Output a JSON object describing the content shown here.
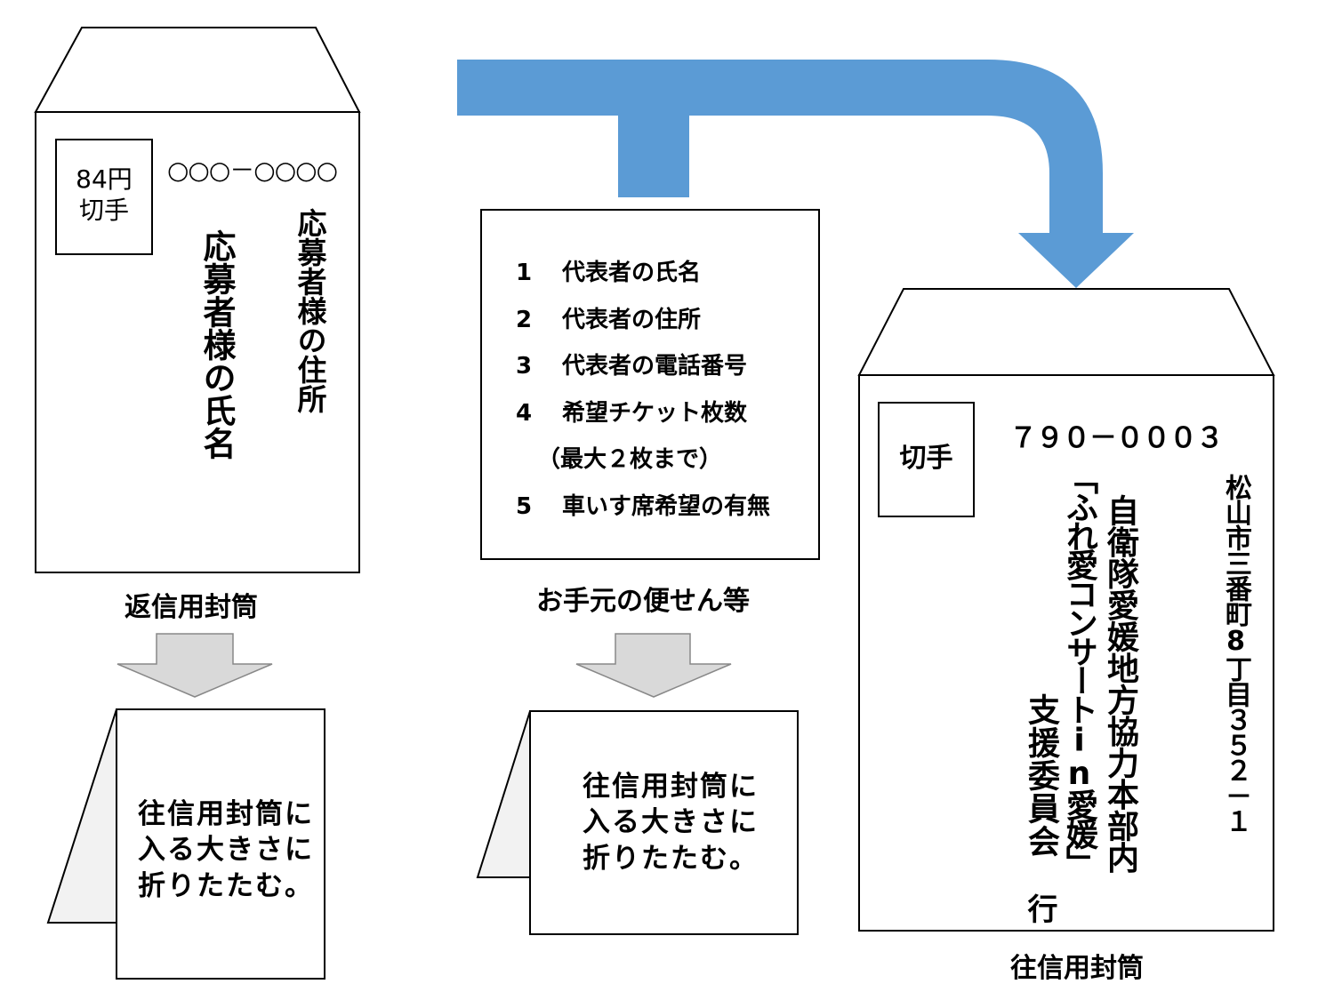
{
  "reply_envelope": {
    "stamp": "84円\n切手",
    "postal_code": "○○○－○○○○",
    "address": "応募者様の住所",
    "name": "応募者様の氏名",
    "caption": "返信用封筒"
  },
  "note_paper": {
    "items": [
      {
        "num": "1",
        "text": "代表者の氏名"
      },
      {
        "num": "2",
        "text": "代表者の住所"
      },
      {
        "num": "3",
        "text": "代表者の電話番号"
      },
      {
        "num": "4",
        "text": "希望チケット枚数"
      },
      {
        "num": "",
        "text": "（最大２枚まで）"
      },
      {
        "num": "5",
        "text": "車いす席希望の有無"
      }
    ],
    "caption": "お手元の便せん等"
  },
  "fold_note": {
    "text": "往信用封筒に\n入る大きさに\n折りたたむ。"
  },
  "outgoing_envelope": {
    "stamp": "切手",
    "postal_code": "７９０－０００３",
    "address": "松山市三番町8丁目３５２－１",
    "org": "自衛隊愛媛地方協力本部内",
    "event": "「ふれ愛コンサートin愛媛」",
    "committee": "支援委員会",
    "suffix": "行",
    "caption": "往信用封筒"
  },
  "colors": {
    "blue_arrow": "#5b9bd5",
    "gray_arrow": "#d9d9d9",
    "outline": "#000000"
  }
}
